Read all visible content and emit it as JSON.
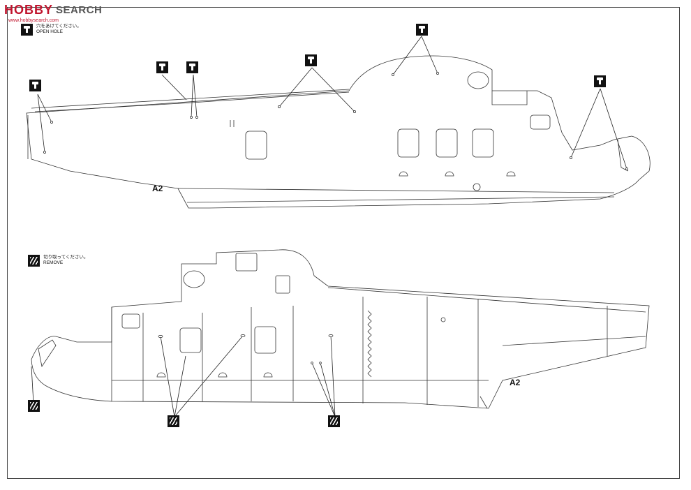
{
  "watermark": {
    "logo": "HOBBY",
    "site": "SEARCH",
    "sub": "www.hobbysearch.com"
  },
  "legend_open": {
    "jp": "穴をあけてください。",
    "en": "OPEN HOLE",
    "icon": "drill-hole-icon"
  },
  "legend_remove": {
    "jp": "切り取ってください。",
    "en": "REMOVE",
    "icon": "cut-remove-icon"
  },
  "top_part": {
    "label": "A2"
  },
  "bottom_part": {
    "label": "A2"
  }
}
